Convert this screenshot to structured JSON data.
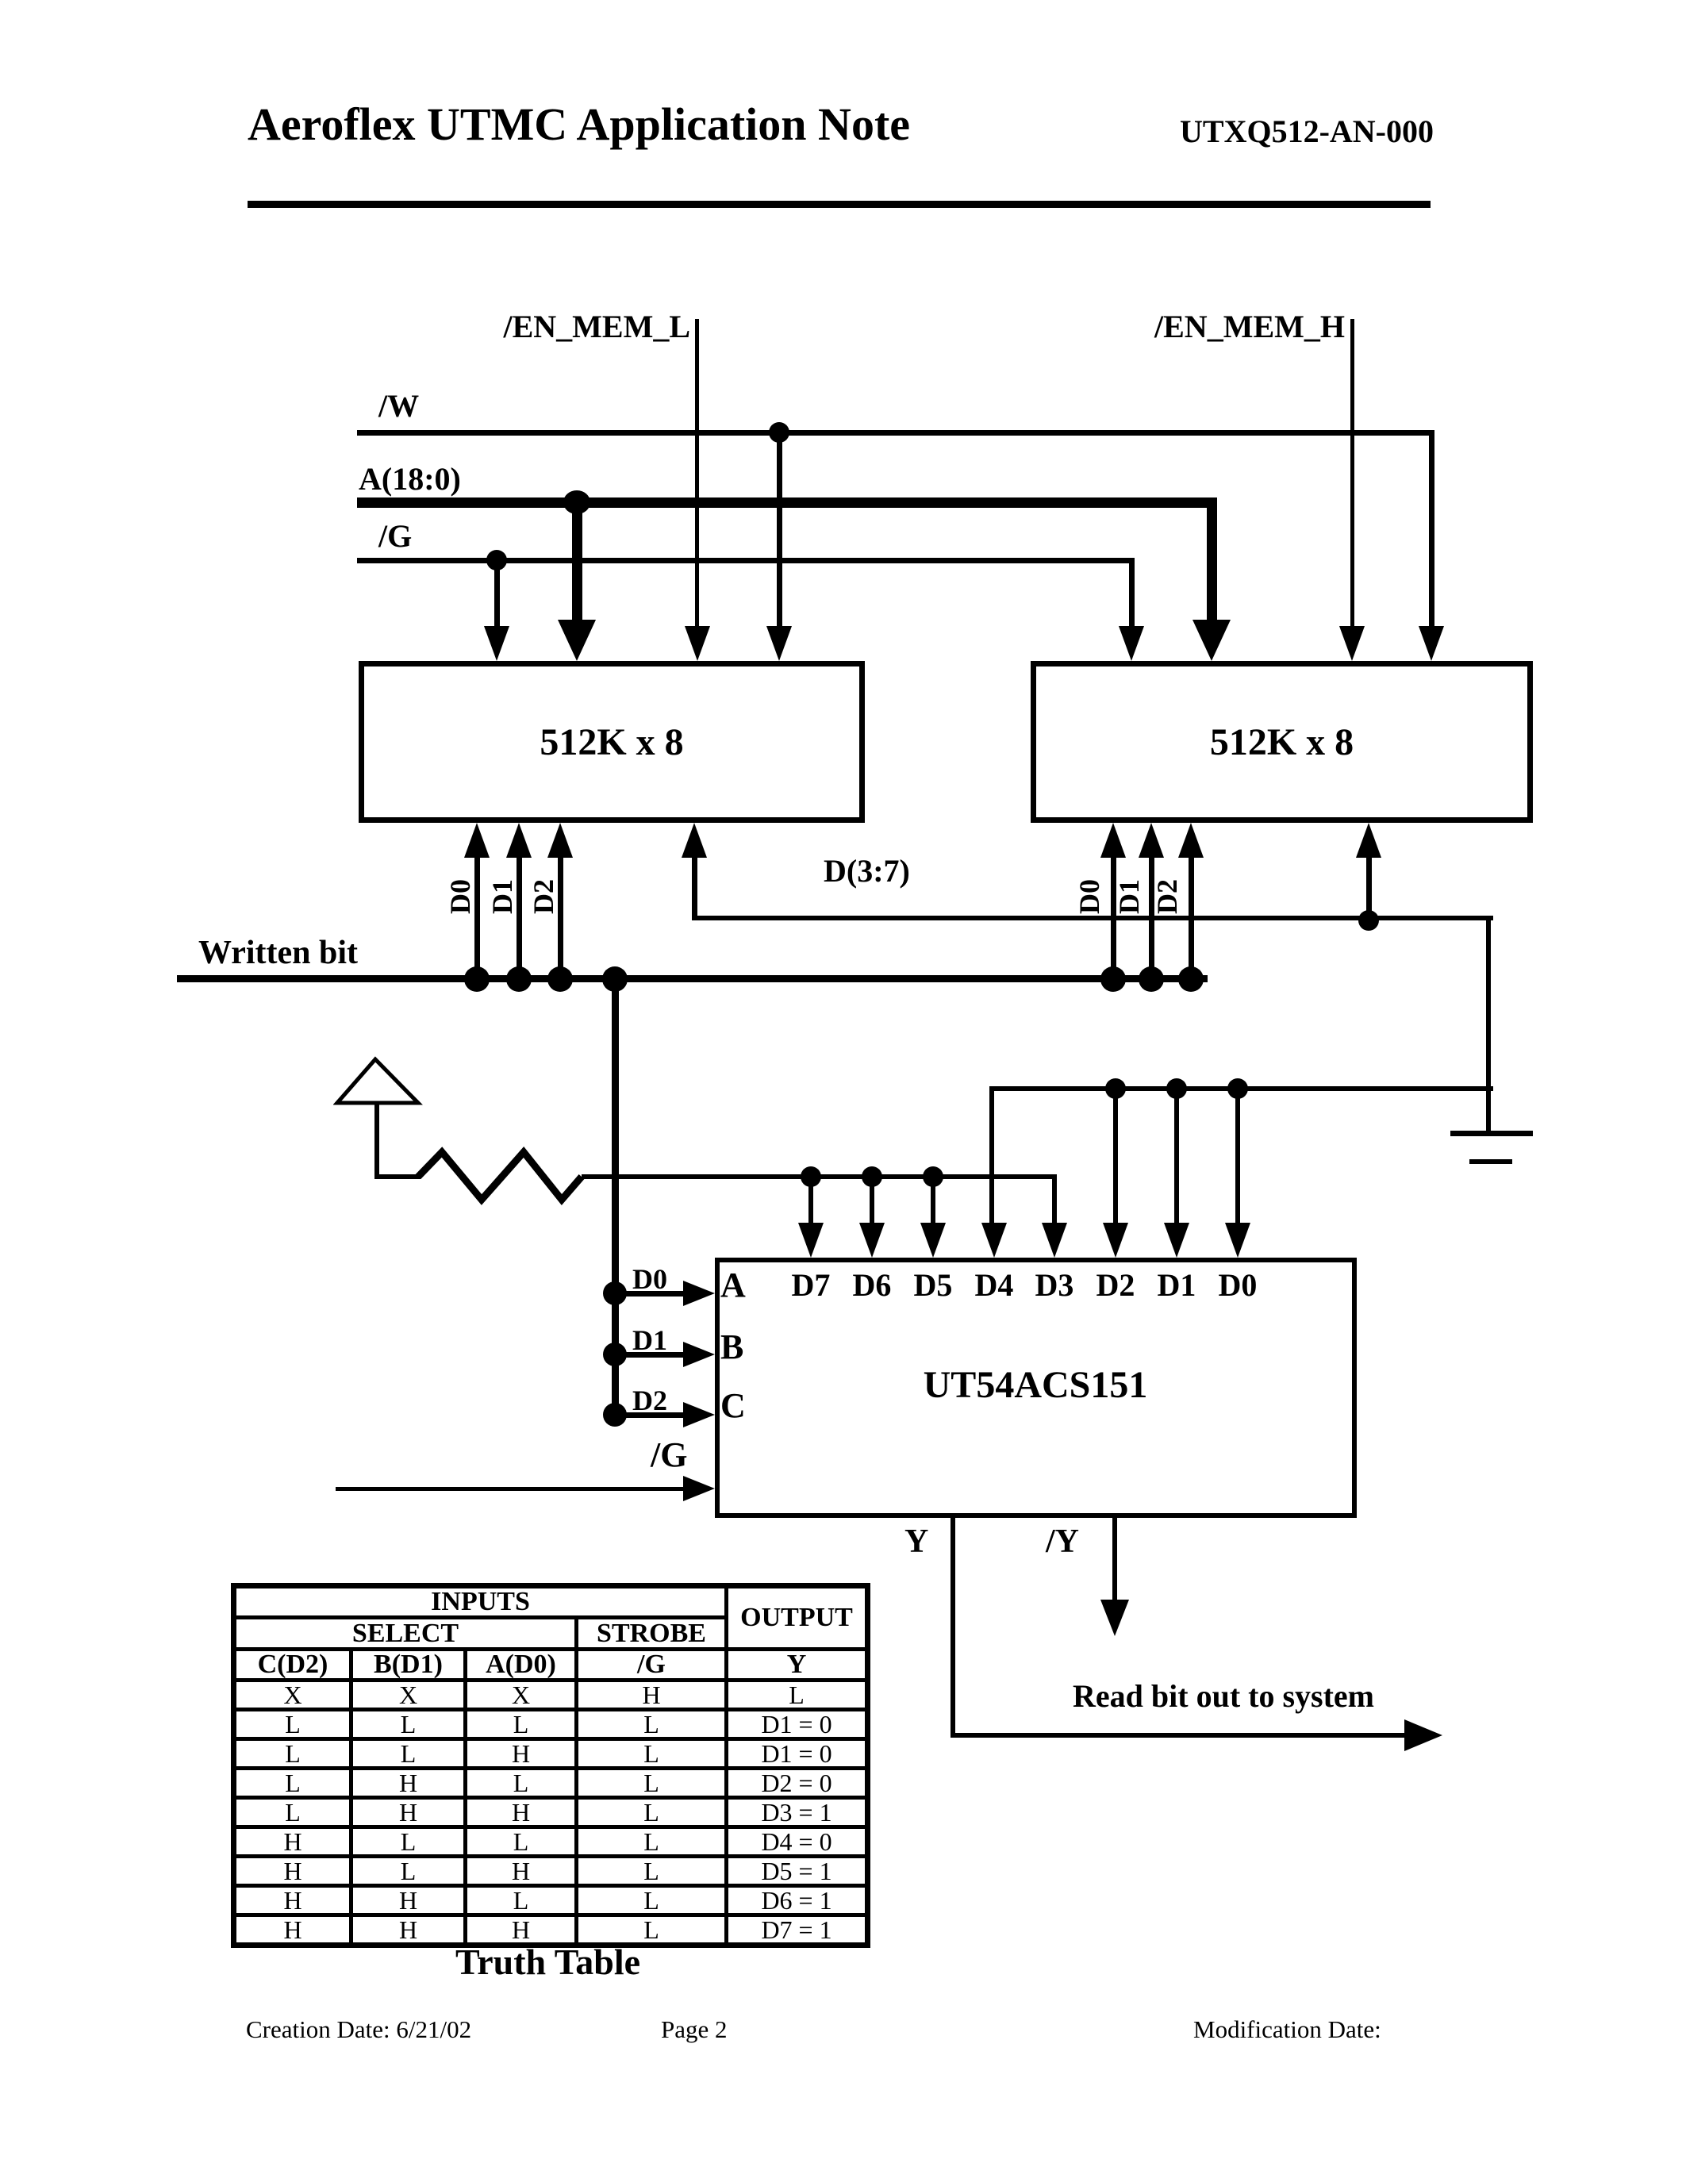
{
  "header": {
    "title": "Aeroflex UTMC Application Note",
    "doc_number": "UTXQ512-AN-000"
  },
  "signals": {
    "en_mem_l": "/EN_MEM_L",
    "en_mem_h": "/EN_MEM_H",
    "write": "/W",
    "address_bus": "A(18:0)",
    "output_enable": "/G"
  },
  "memory": {
    "left_label": "512K x 8",
    "right_label": "512K x 8",
    "left_data_pins": [
      "D0",
      "D1",
      "D2"
    ],
    "right_data_pins": [
      "D0",
      "D1",
      "D2"
    ],
    "upper_data_bus": "D(3:7)"
  },
  "written_bit_label": "Written bit",
  "mux": {
    "part_number": "UT54ACS151",
    "select_inputs": [
      "A",
      "B",
      "C"
    ],
    "select_wires": [
      "D0",
      "D1",
      "D2"
    ],
    "data_inputs": [
      "D7",
      "D6",
      "D5",
      "D4",
      "D3",
      "D2",
      "D1",
      "D0"
    ],
    "strobe": "/G",
    "output": "Y",
    "output_inv": "/Y"
  },
  "read_out_label": "Read bit out to system",
  "truth_table": {
    "caption": "Truth Table",
    "inputs_header": "INPUTS",
    "output_header": "OUTPUT",
    "select_header": "SELECT",
    "strobe_header": "STROBE",
    "columns": [
      "C(D2)",
      "B(D1)",
      "A(D0)",
      "/G",
      "Y"
    ],
    "rows": [
      [
        "X",
        "X",
        "X",
        "H",
        "L"
      ],
      [
        "L",
        "L",
        "L",
        "L",
        "D1 = 0"
      ],
      [
        "L",
        "L",
        "H",
        "L",
        "D1 = 0"
      ],
      [
        "L",
        "H",
        "L",
        "L",
        "D2 = 0"
      ],
      [
        "L",
        "H",
        "H",
        "L",
        "D3 = 1"
      ],
      [
        "H",
        "L",
        "L",
        "L",
        "D4 = 0"
      ],
      [
        "H",
        "L",
        "H",
        "L",
        "D5 = 1"
      ],
      [
        "H",
        "H",
        "L",
        "L",
        "D6 = 1"
      ],
      [
        "H",
        "H",
        "H",
        "L",
        "D7 = 1"
      ]
    ]
  },
  "footer": {
    "creation": "Creation Date:  6/21/02",
    "page": "Page 2",
    "modification": "Modification Date:"
  }
}
